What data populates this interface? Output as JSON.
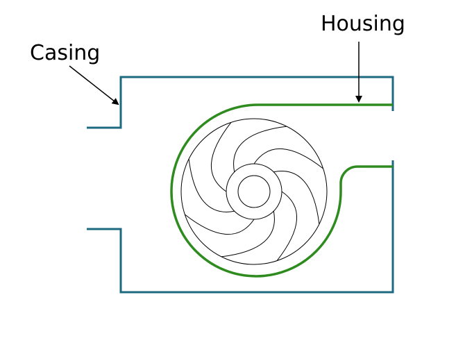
{
  "labels": {
    "casing": "Casing",
    "housing": "Housing"
  },
  "colors": {
    "casing": "#1b6a80",
    "housing": "#2e8b1e",
    "impeller": "#000000",
    "arrow": "#000000"
  },
  "impeller": {
    "blade_count": 8
  }
}
